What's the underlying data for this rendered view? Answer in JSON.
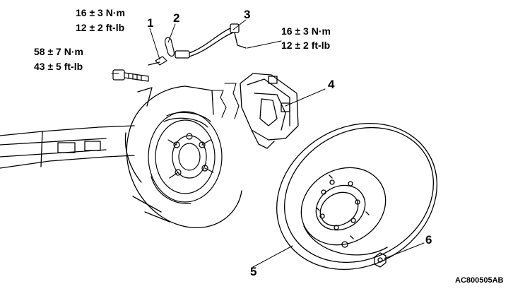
{
  "torques": {
    "brake_hose_bolt": {
      "nm": "16 ± 3 N·m",
      "ftlb": "12 ± 2 ft-lb"
    },
    "brake_line_fitting": {
      "nm": "16 ± 3 N·m",
      "ftlb": "12 ± 2 ft-lb"
    },
    "caliper_mount_bolt": {
      "nm": "58 ± 7 N·m",
      "ftlb": "43 ± 5 ft-lb"
    }
  },
  "callouts": {
    "c1": "1",
    "c2": "2",
    "c3": "3",
    "c4": "4",
    "c5": "5",
    "c6": "6"
  },
  "figure_code": "AC800505AB"
}
